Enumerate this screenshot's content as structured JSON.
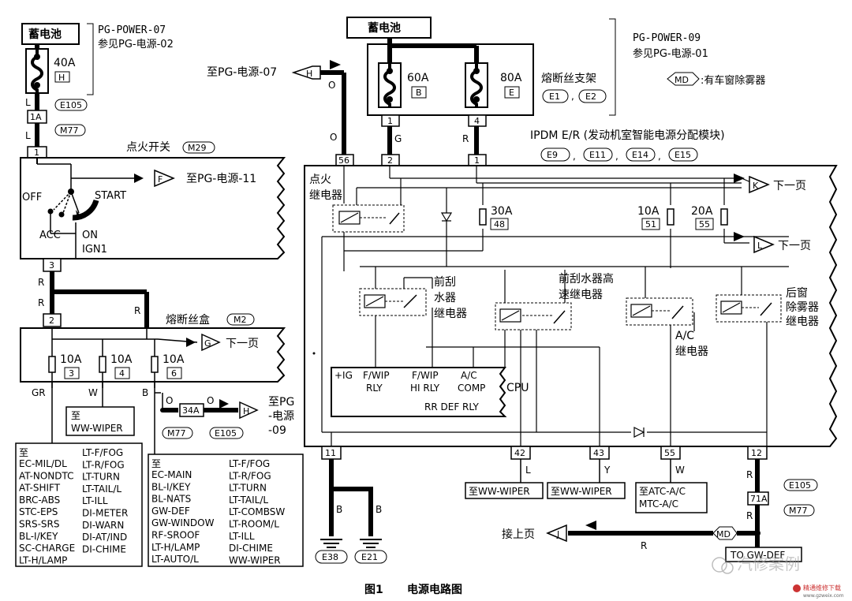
{
  "left_battery": {
    "label": "蓄电池",
    "fuse_amp": "40A",
    "fuse_id": "H"
  },
  "left_ref": {
    "code": "PG-POWER-07",
    "see": "参见PG-电源-02"
  },
  "left_conn": {
    "e105": "E105",
    "m77": "M77",
    "fuse_1a": "1A",
    "pin1": "1",
    "wire_l1": "L",
    "wire_l2": "L"
  },
  "ignition_switch": {
    "title": "点火开关",
    "conn": "M29",
    "to_f": "至PG-电源-11",
    "flag_f": "F",
    "off": "OFF",
    "start": "START",
    "acc": "ACC",
    "on": "ON",
    "ign1": "IGN1",
    "pin3": "3",
    "wire_r1": "R",
    "wire_r2": "R",
    "wire_r3": "R"
  },
  "fuse_box": {
    "title": "熔断丝盒",
    "conn": "M2",
    "pin2": "2",
    "next_page": "下一页",
    "flag_g": "G",
    "fuses": [
      {
        "amp": "10A",
        "id": "3"
      },
      {
        "amp": "10A",
        "id": "4"
      },
      {
        "amp": "10A",
        "id": "6"
      }
    ],
    "wire_gr": "GR",
    "wire_w": "W",
    "wire_b": "B",
    "wire_o1": "O",
    "wire_o2": "O",
    "ww_wiper_to": "至",
    "ww_wiper": "WW-WIPER",
    "conn_34a": "34A",
    "flag_h": "H",
    "to_pg_1": "至PG",
    "to_pg_2": "-电源",
    "to_pg_3": "-09",
    "m77": "M77",
    "e105": "E105"
  },
  "list_left": {
    "head": "至",
    "col1": [
      "EC-MIL/DL",
      "AT-NONDTC",
      "AT-SHIFT",
      "BRC-ABS",
      "STC-EPS",
      "SRS-SRS",
      "BL-I/KEY",
      "SC-CHARGE",
      "LT-H/LAMP"
    ],
    "col2": [
      "LT-F/FOG",
      "LT-R/FOG",
      "LT-TURN",
      "LT-TAIL/L",
      "LT-ILL",
      "DI-METER",
      "DI-WARN",
      "DI-AT/IND",
      "DI-CHIME"
    ]
  },
  "list_right": {
    "head": "至",
    "col1": [
      "EC-MAIN",
      "BL-I/KEY",
      "BL-NATS",
      "GW-DEF",
      "GW-WINDOW",
      "RF-SROOF",
      "LT-H/LAMP",
      "LT-AUTO/L"
    ],
    "col2": [
      "LT-F/FOG",
      "LT-R/FOG",
      "LT-TURN",
      "LT-TAIL/L",
      "LT-COMBSW",
      "LT-ROOM/L",
      "LT-ILL",
      "DI-CHIME",
      "WW-WIPER"
    ]
  },
  "right_battery": {
    "label": "蓄电池"
  },
  "fusible_links": [
    {
      "amp": "60A",
      "id": "B",
      "pin": "1",
      "wire": "G"
    },
    {
      "amp": "80A",
      "id": "E",
      "pin": "4",
      "wire": "R"
    }
  ],
  "fusible_holder": {
    "label": "熔断丝支架",
    "c1": "E1",
    "c2": "E2"
  },
  "right_ref": {
    "code": "PG-POWER-09",
    "see": "参见PG-电源-01"
  },
  "md_note": {
    "flag": "MD",
    "text": ":有车窗除雾器"
  },
  "to_pg07": {
    "text": "至PG-电源-07",
    "flag": "H",
    "wire_o1": "O",
    "wire_o2": "O"
  },
  "ipdm": {
    "title": "IPDM E/R (发动机室智能电源分配模块)",
    "conns": [
      "E9",
      "E11",
      "E14",
      "E15"
    ],
    "pins_top": [
      "56",
      "2",
      "1"
    ],
    "ign_relay": "点火\n继电器",
    "ign_relay_l1": "点火",
    "ign_relay_l2": "继电器",
    "flag_k": "K",
    "next_k": "下一页",
    "flag_l": "L",
    "next_l": "下一页",
    "fuse_30a": "30A",
    "fuse_30a_id": "48",
    "fuse_10a": "10A",
    "fuse_10a_id": "51",
    "fuse_20a": "20A",
    "fuse_20a_id": "55",
    "front_wiper_relay": [
      "前刮",
      "水器",
      "继电器"
    ],
    "front_wiper_hi_relay": [
      "前刮水器高",
      "速继电器"
    ],
    "rear_def_relay": [
      "后窗",
      "除雾器",
      "继电器"
    ],
    "ac_relay": [
      "A/C",
      "继电器"
    ],
    "cpu": {
      "ig": "+IG",
      "fwip": "F/WIP",
      "rly": "RLY",
      "fwip2": "F/WIP",
      "hirly": "HI RLY",
      "ac": "A/C",
      "comp": "COMP",
      "cpu": "CPU",
      "rr": "RR DEF RLY"
    },
    "pins_bottom": [
      "11",
      "42",
      "43",
      "55",
      "12"
    ]
  },
  "bottom": {
    "wire_b1": "B",
    "wire_b2": "B",
    "gnd1": "E38",
    "gnd2": "E21",
    "wire_l": "L",
    "to_wiper_1": "至WW-WIPER",
    "wire_y": "Y",
    "to_wiper_2": "至WW-WIPER",
    "wire_w": "W",
    "to_ac_1": "至ATC-A/C",
    "to_ac_2": "MTC-A/C",
    "wire_r1": "R",
    "wire_r2": "R",
    "wire_r3": "R",
    "e105": "E105",
    "conn_71a": "71A",
    "m77": "M77",
    "flag_md": "MD",
    "to_gw": "TO GW-DEF",
    "flag_j": "J",
    "prev": "接上页"
  },
  "caption": {
    "num": "图1",
    "title": "电源电路图"
  },
  "watermark": {
    "text": "汽修案例",
    "logo": "精通维修下载",
    "site": "www.gzweix.com"
  }
}
